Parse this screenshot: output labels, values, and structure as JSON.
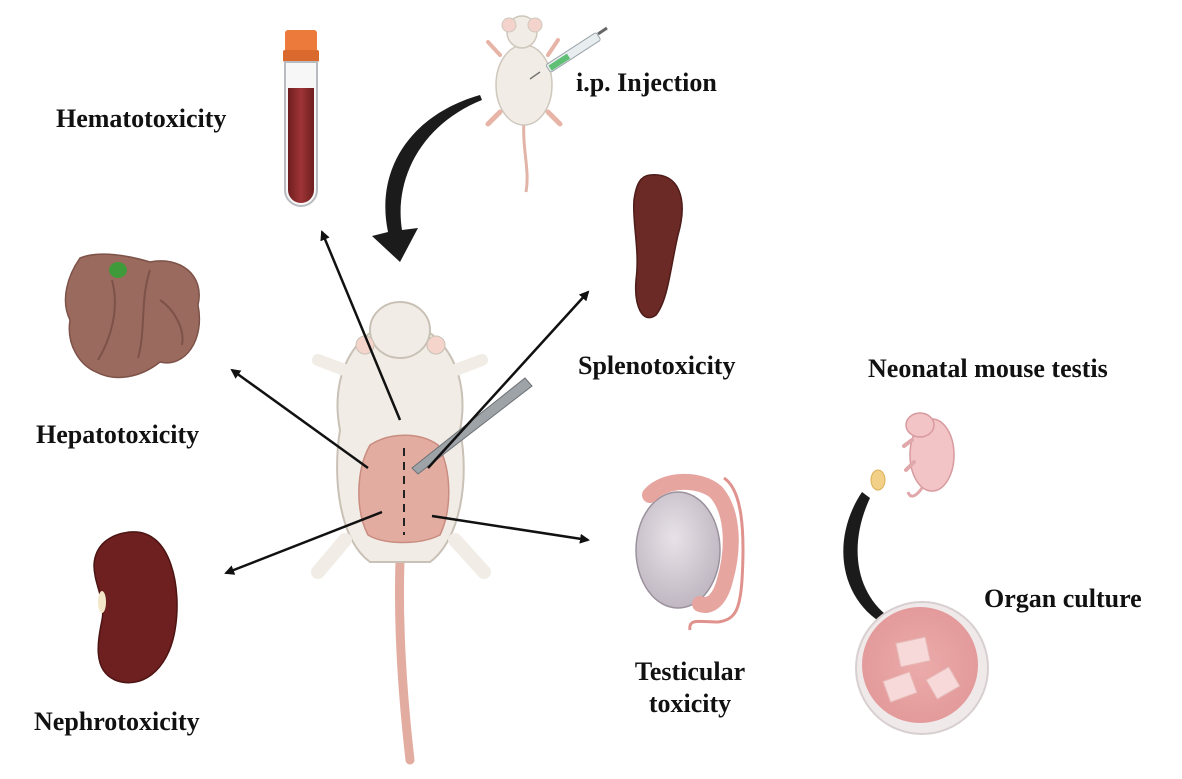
{
  "labels": {
    "injection": "i.p. Injection",
    "hematotoxicity": "Hematotoxicity",
    "hepatotoxicity": "Hepatotoxicity",
    "nephrotoxicity": "Nephrotoxicity",
    "splenotoxicity": "Splenotoxicity",
    "testicular_line1": "Testicular",
    "testicular_line2": "toxicity",
    "neonatal": "Neonatal mouse testis",
    "organ_culture": "Organ culture"
  },
  "colors": {
    "arrow": "#111111",
    "mouse_body": "#f1ede6",
    "mouse_outline": "#c9c1b6",
    "mouse_pink": "#e9b7a9",
    "abdomen": "#e2ada0",
    "blood": "#8c2a2c",
    "tube_cap": "#ec7a3a",
    "liver": "#9b6a5e",
    "gallbladder": "#3f9a3a",
    "spleen": "#6b2a26",
    "kidney": "#6e1f1f",
    "testis": "#d8d0d8",
    "epididymis": "#e7a5a0",
    "culture_dish": "#e7a2a0",
    "pup": "#f3c4c6",
    "testis_sample": "#f3d087"
  }
}
